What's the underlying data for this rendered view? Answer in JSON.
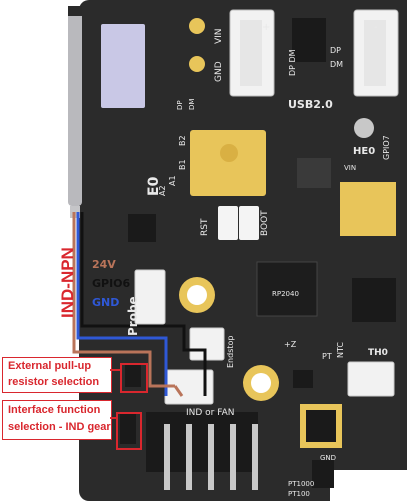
{
  "board": {
    "silkscreen": {
      "vin_top": "VIN",
      "gnd_top": "GND",
      "usb_label": "USB2.0",
      "dp": "DP",
      "dm": "DM",
      "dp_small": "DP",
      "dm_small": "DM",
      "db_pm": "DP DM",
      "he0": "HE0",
      "gpio7": "GPIO7",
      "e0": "E0",
      "a2": "A2",
      "a1": "A1",
      "b1": "B1",
      "b2": "B2",
      "rst": "RST",
      "boot": "BOOT",
      "rp": "RP2040",
      "probe": "Probe",
      "endstop": "Endstop",
      "z_axis": "+Z",
      "pt": "PT",
      "ntc": "NTC",
      "th0": "TH0",
      "ind_or_fan": "IND or FAN",
      "pt1000": "PT1000",
      "pt100": "PT100",
      "vin_small": "VIN",
      "gnd_small": "GND",
      "plus": "+",
      "minus": "-"
    },
    "wires": {
      "v24": "24V",
      "gpio": "GPIO6",
      "gnd": "GND"
    }
  },
  "annotations": {
    "ind_npn": "IND-NPN",
    "pullup": [
      "External pull-up",
      "resistor selection"
    ],
    "interface": [
      "Interface function",
      "selection - IND gear"
    ]
  },
  "colors": {
    "annotation_red": "#d9272e",
    "wire_blue": "#2f58d6",
    "wire_brown": "#b9745a",
    "wire_black": "#111111",
    "pcb": "#2b2b2b",
    "silkscreen": "#e9e9e9",
    "gold": "#e8c55a"
  }
}
